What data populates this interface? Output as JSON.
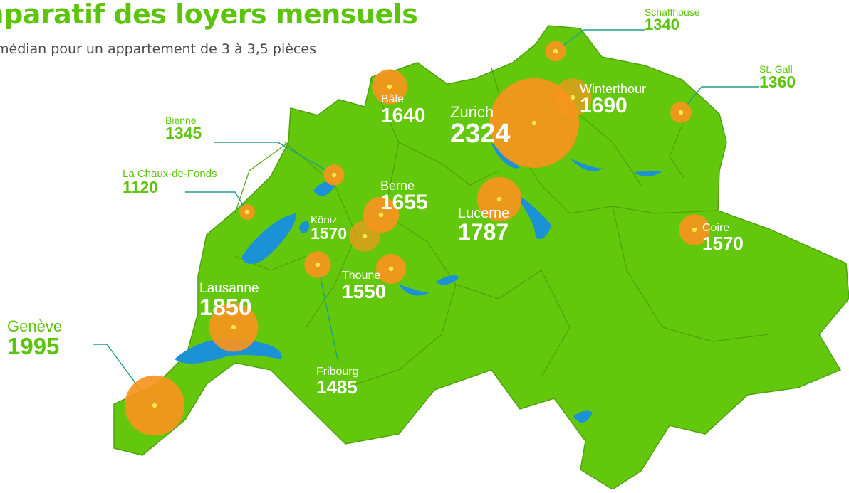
{
  "header": {
    "title": "mparatif des loyers mensuels",
    "subtitle": "médian pour un appartement de 3 à 3,5 pièces"
  },
  "colors": {
    "country": "#63c80b",
    "border": "#4ea20a",
    "lake": "#1b92d6",
    "bubble": "#f7941e",
    "leader": "#1e9f8a",
    "label_green": "#5cc40a",
    "label_white": "#ffffff"
  },
  "cities": [
    {
      "id": "geneve",
      "name": "Genève",
      "value": "1995"
    },
    {
      "id": "lausanne",
      "name": "Lausanne",
      "value": "1850"
    },
    {
      "id": "fribourg",
      "name": "Fribourg",
      "value": "1485"
    },
    {
      "id": "berne",
      "name": "Berne",
      "value": "1655"
    },
    {
      "id": "koniz",
      "name": "Köniz",
      "value": "1570"
    },
    {
      "id": "thoune",
      "name": "Thoune",
      "value": "1550"
    },
    {
      "id": "bienne",
      "name": "Bienne",
      "value": "1345"
    },
    {
      "id": "chauxdefonds",
      "name": "La Chaux-de-Fonds",
      "value": "1120"
    },
    {
      "id": "bale",
      "name": "Bâle",
      "value": "1640"
    },
    {
      "id": "zurich",
      "name": "Zurich",
      "value": "2324"
    },
    {
      "id": "winterthour",
      "name": "Winterthour",
      "value": "1690"
    },
    {
      "id": "schaffhouse",
      "name": "Schaffhouse",
      "value": "1340"
    },
    {
      "id": "stgall",
      "name": "St.-Gall",
      "value": "1360"
    },
    {
      "id": "lucerne",
      "name": "Lucerne",
      "value": "1787"
    },
    {
      "id": "coire",
      "name": "Coire",
      "value": "1570"
    }
  ]
}
